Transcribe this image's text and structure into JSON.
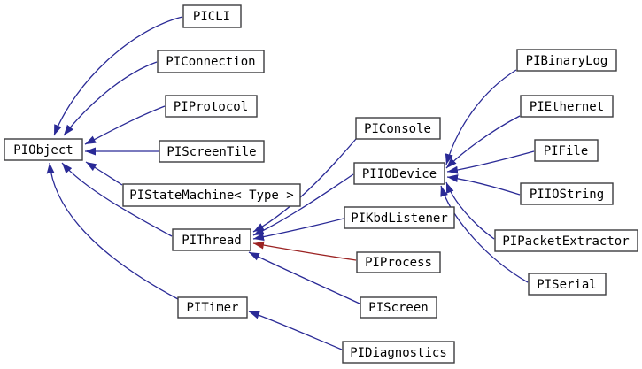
{
  "diagram": {
    "kind": "class-inheritance-graph",
    "colors": {
      "background": "#ffffff",
      "public_inheritance_edge": "#2a2a96",
      "private_inheritance_edge": "#9b2222",
      "node_border": "#3c3c3e",
      "node_fill": "#ffffff",
      "node_text": "#000000"
    },
    "nodes": [
      {
        "id": "PIObject",
        "label": "PIObject"
      },
      {
        "id": "PICLI",
        "label": "PICLI"
      },
      {
        "id": "PIConnection",
        "label": "PIConnection"
      },
      {
        "id": "PIProtocol",
        "label": "PIProtocol"
      },
      {
        "id": "PIScreenTile",
        "label": "PIScreenTile"
      },
      {
        "id": "PIStateMachine",
        "label": "PIStateMachine< Type >"
      },
      {
        "id": "PIThread",
        "label": "PIThread"
      },
      {
        "id": "PITimer",
        "label": "PITimer"
      },
      {
        "id": "PIConsole",
        "label": "PIConsole"
      },
      {
        "id": "PIIODevice",
        "label": "PIIODevice"
      },
      {
        "id": "PIKbdListener",
        "label": "PIKbdListener"
      },
      {
        "id": "PIProcess",
        "label": "PIProcess"
      },
      {
        "id": "PIScreen",
        "label": "PIScreen"
      },
      {
        "id": "PIDiagnostics",
        "label": "PIDiagnostics"
      },
      {
        "id": "PIBinaryLog",
        "label": "PIBinaryLog"
      },
      {
        "id": "PIEthernet",
        "label": "PIEthernet"
      },
      {
        "id": "PIFile",
        "label": "PIFile"
      },
      {
        "id": "PIIOString",
        "label": "PIIOString"
      },
      {
        "id": "PIPacketExtractor",
        "label": "PIPacketExtractor"
      },
      {
        "id": "PISerial",
        "label": "PISerial"
      }
    ],
    "edges": [
      {
        "from": "PICLI",
        "to": "PIObject",
        "relation": "public"
      },
      {
        "from": "PIConnection",
        "to": "PIObject",
        "relation": "public"
      },
      {
        "from": "PIProtocol",
        "to": "PIObject",
        "relation": "public"
      },
      {
        "from": "PIScreenTile",
        "to": "PIObject",
        "relation": "public"
      },
      {
        "from": "PIStateMachine",
        "to": "PIObject",
        "relation": "public"
      },
      {
        "from": "PIThread",
        "to": "PIObject",
        "relation": "public"
      },
      {
        "from": "PITimer",
        "to": "PIObject",
        "relation": "public"
      },
      {
        "from": "PIConsole",
        "to": "PIThread",
        "relation": "public"
      },
      {
        "from": "PIIODevice",
        "to": "PIThread",
        "relation": "public"
      },
      {
        "from": "PIKbdListener",
        "to": "PIThread",
        "relation": "public"
      },
      {
        "from": "PIProcess",
        "to": "PIThread",
        "relation": "private"
      },
      {
        "from": "PIScreen",
        "to": "PIThread",
        "relation": "public"
      },
      {
        "from": "PIBinaryLog",
        "to": "PIIODevice",
        "relation": "public"
      },
      {
        "from": "PIEthernet",
        "to": "PIIODevice",
        "relation": "public"
      },
      {
        "from": "PIFile",
        "to": "PIIODevice",
        "relation": "public"
      },
      {
        "from": "PIIOString",
        "to": "PIIODevice",
        "relation": "public"
      },
      {
        "from": "PIPacketExtractor",
        "to": "PIIODevice",
        "relation": "public"
      },
      {
        "from": "PISerial",
        "to": "PIIODevice",
        "relation": "public"
      },
      {
        "from": "PIDiagnostics",
        "to": "PITimer",
        "relation": "public"
      }
    ]
  }
}
